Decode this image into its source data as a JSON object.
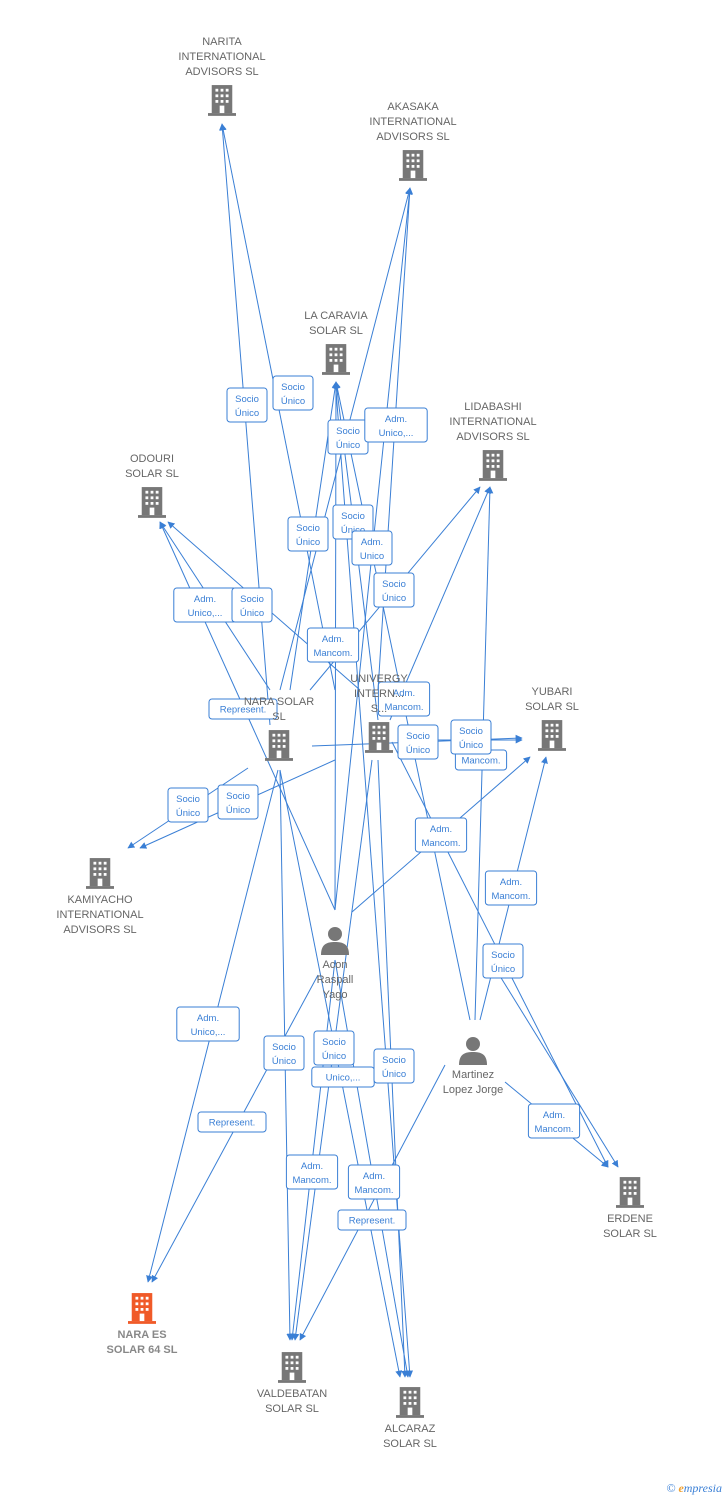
{
  "colors": {
    "edge": "#3a7fd5",
    "company": "#777777",
    "main_company": "#f05a28",
    "person": "#777777"
  },
  "nodes": [
    {
      "id": "narita",
      "kind": "company",
      "icon": "building-icon",
      "lines": [
        "NARITA",
        "INTERNATIONAL",
        "ADVISORS  SL"
      ]
    },
    {
      "id": "akasaka",
      "kind": "company",
      "icon": "building-icon",
      "lines": [
        "AKASAKA",
        "INTERNATIONAL",
        "ADVISORS  SL"
      ]
    },
    {
      "id": "lacaravia",
      "kind": "company",
      "icon": "building-icon",
      "lines": [
        "LA CARAVIA",
        "SOLAR  SL"
      ]
    },
    {
      "id": "lidabashi",
      "kind": "company",
      "icon": "building-icon",
      "lines": [
        "LIDABASHI",
        "INTERNATIONAL",
        "ADVISORS  SL"
      ]
    },
    {
      "id": "odouri",
      "kind": "company",
      "icon": "building-icon",
      "lines": [
        "ODOURI",
        "SOLAR  SL"
      ]
    },
    {
      "id": "narasolar",
      "kind": "company",
      "icon": "building-icon",
      "lines": [
        "NARA SOLAR",
        "SL"
      ]
    },
    {
      "id": "univergy",
      "kind": "company",
      "icon": "building-icon",
      "lines": [
        "UNIVERGY",
        "INTERN...",
        "S..."
      ]
    },
    {
      "id": "yubari",
      "kind": "company",
      "icon": "building-icon",
      "lines": [
        "YUBARI",
        "SOLAR  SL"
      ]
    },
    {
      "id": "kamiyacho",
      "kind": "company",
      "icon": "building-icon",
      "lines": [
        "KAMIYACHO",
        "INTERNATIONAL",
        "ADVISORS  SL"
      ]
    },
    {
      "id": "acon",
      "kind": "person",
      "icon": "person-icon",
      "lines": [
        "Acon",
        "Raspall",
        "Yago"
      ]
    },
    {
      "id": "martinez",
      "kind": "person",
      "icon": "person-icon",
      "lines": [
        "Martinez",
        "Lopez Jorge"
      ]
    },
    {
      "id": "erdene",
      "kind": "company",
      "icon": "building-icon",
      "lines": [
        "ERDENE",
        "SOLAR  SL"
      ]
    },
    {
      "id": "naraes",
      "kind": "main",
      "icon": "building-icon",
      "lines": [
        "NARA ES",
        "SOLAR 64  SL"
      ]
    },
    {
      "id": "valdebatan",
      "kind": "company",
      "icon": "building-icon",
      "lines": [
        "VALDEBATAN",
        "SOLAR  SL"
      ]
    },
    {
      "id": "alcaraz",
      "kind": "company",
      "icon": "building-icon",
      "lines": [
        "ALCARAZ",
        "SOLAR SL"
      ]
    }
  ],
  "edge_labels": [
    [
      "Socio",
      "Único"
    ],
    [
      "Socio",
      "Único"
    ],
    [
      "Socio",
      "Único"
    ],
    [
      "Adm.",
      "Unico,..."
    ],
    [
      "Socio",
      "Único"
    ],
    [
      "Socio",
      "Único"
    ],
    [
      "Adm.",
      "Unico"
    ],
    [
      "Socio",
      "Único"
    ],
    [
      "Adm.",
      "Unico,..."
    ],
    [
      "Socio",
      "Único"
    ],
    [
      "Adm.",
      "Mancom."
    ],
    [
      "Represent."
    ],
    [
      "Adm.",
      "Mancom."
    ],
    [
      "Socio",
      "Único"
    ],
    [
      "Socio",
      "Único"
    ],
    [
      "Mancom."
    ],
    [
      "Socio",
      "Único"
    ],
    [
      "Socio",
      "Único"
    ],
    [
      "Adm.",
      "Mancom."
    ],
    [
      "Adm.",
      "Mancom."
    ],
    [
      "Socio",
      "Único"
    ],
    [
      "Adm.",
      "Unico,..."
    ],
    [
      "Socio",
      "Único"
    ],
    [
      "Socio",
      "Único"
    ],
    [
      "Unico,..."
    ],
    [
      "Socio",
      "Único"
    ],
    [
      "Represent."
    ],
    [
      "Adm.",
      "Mancom."
    ],
    [
      "Adm.",
      "Mancom."
    ],
    [
      "Represent."
    ],
    [
      "Adm.",
      "Mancom."
    ]
  ],
  "footer": {
    "copyright": "©",
    "brand_initial": "e",
    "brand_rest": "mpresia"
  }
}
